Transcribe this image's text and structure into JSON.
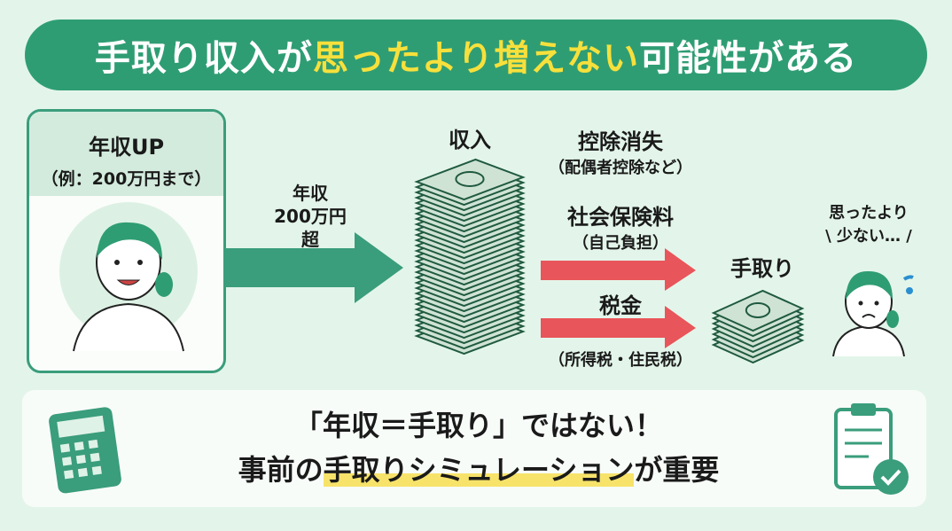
{
  "title": {
    "part1": "手取り収入が",
    "highlight": "思ったより増えない",
    "part2": "可能性がある"
  },
  "card": {
    "heading": "年収UP",
    "subheading": "（例：200万円まで）"
  },
  "arrow_label": {
    "line1": "年収",
    "line2": "200万円超"
  },
  "income_label": "収入",
  "deductions": [
    {
      "title": "控除消失",
      "sub": "（配偶者控除など）"
    },
    {
      "title": "社会保険料",
      "sub": "（自己負担）"
    },
    {
      "title": "税金",
      "sub": "（所得税・住民税）"
    }
  ],
  "takehome_label": "手取り",
  "speech": {
    "line1": "思ったより",
    "line2": "少ない…"
  },
  "bottom": {
    "line1": "「年収＝手取り」ではない！",
    "line2_pre": "事前の",
    "line2_mark": "手取りシミュレーション",
    "line2_post": "が重要"
  },
  "colors": {
    "green": "#2f9d74",
    "yellow": "#f7e03c",
    "red": "#e8555a",
    "bg": "#e3f5ea"
  }
}
